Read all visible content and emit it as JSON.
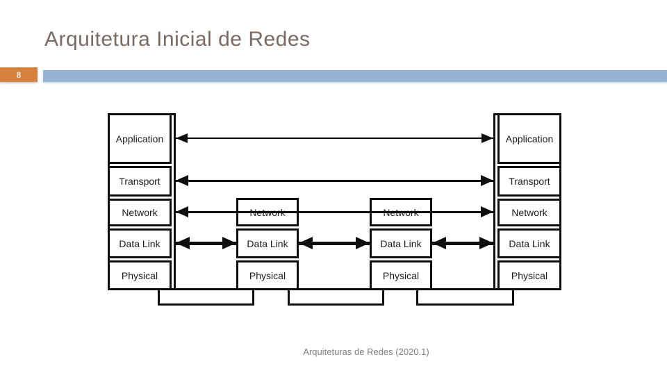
{
  "slide": {
    "title": "Arquitetura Inicial de Redes",
    "page_number": "8"
  },
  "footer": {
    "text": "Arquiteturas de Redes (2020.1)"
  },
  "colors": {
    "accent-orange": "#D6813E",
    "band-blue": "#97B3D2",
    "title-brown": "#7A6A61",
    "line-black": "#0F0F0F",
    "footer-gray": "#7F7F7F"
  },
  "diagram": {
    "stacks": [
      {
        "name": "host-left",
        "layers": [
          "Application",
          "Transport",
          "Network",
          "Data Link",
          "Physical"
        ]
      },
      {
        "name": "router-left",
        "layers": [
          "Network",
          "Data Link",
          "Physical"
        ]
      },
      {
        "name": "router-right",
        "layers": [
          "Network",
          "Data Link",
          "Physical"
        ]
      },
      {
        "name": "host-right",
        "layers": [
          "Application",
          "Transport",
          "Network",
          "Data Link",
          "Physical"
        ]
      }
    ]
  }
}
